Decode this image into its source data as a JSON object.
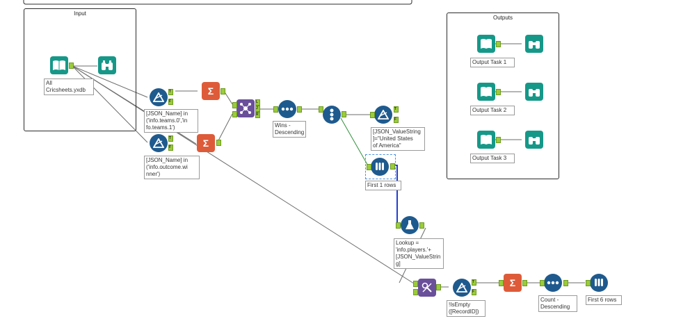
{
  "containers": {
    "input": "Input",
    "outputs": "Outputs"
  },
  "tools": {
    "input_annotation": "All\nCricsheets.yxdb",
    "filter1": "[JSON_Name] in\n('info.teams.0','in\nfo.teams.1')",
    "filter2": "[JSON_Name] in\n('info.outcome.wi\nnner')",
    "sort1": "Wins -\nDescending",
    "filter3": "[JSON_ValueString\n]=\"United States\nof America\"",
    "sample1": "First 1 rows",
    "formula": "Lookup =\n'info.players.'+\n[JSON_ValueStrin\ng]",
    "filter4": "!IsEmpty\n([RecordID])",
    "sort2": "Count -\nDescending",
    "sample2": "First 6 rows",
    "output1": "Output Task 1",
    "output2": "Output Task 2",
    "output3": "Output Task 3"
  },
  "ports": {
    "true": "T",
    "false": "F",
    "left": "L",
    "join": "J",
    "right": "R"
  },
  "colors": {
    "tool_blue": "#1e5a8e",
    "tool_teal": "#169889",
    "tool_orange": "#de5b39",
    "tool_purple": "#6a4f9b",
    "connector": "#6b6b6b",
    "connector_green": "#2f8f3a",
    "connector_blue": "#1f3fd6"
  }
}
